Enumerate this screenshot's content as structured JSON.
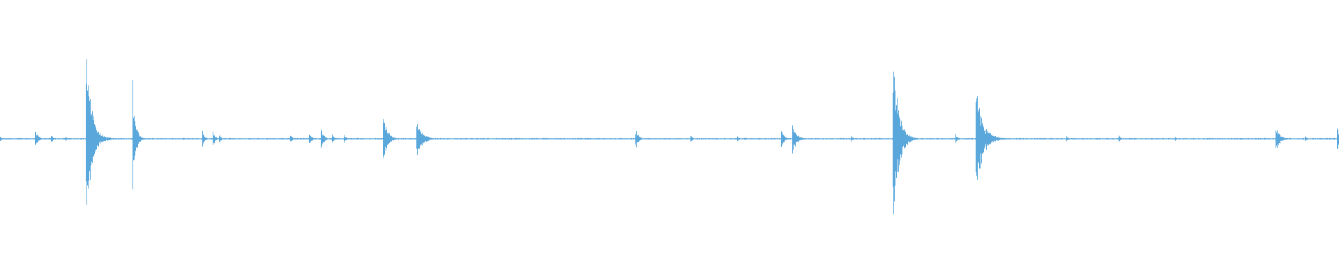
{
  "colors": {
    "background": "#ffffff",
    "waveform": "#5aa7dc"
  },
  "waveform": {
    "baseline_amplitude": 0.006,
    "events": [
      {
        "t": 0.0,
        "amp": 0.03,
        "decay": 0.001
      },
      {
        "t": 0.026,
        "amp": 0.12,
        "decay": 0.002
      },
      {
        "t": 0.038,
        "amp": 0.05,
        "decay": 0.0015
      },
      {
        "t": 0.049,
        "amp": 0.03,
        "decay": 0.001
      },
      {
        "t": 0.064,
        "amp": 0.98,
        "decay": 0.004
      },
      {
        "t": 0.067,
        "amp": 0.25,
        "decay": 0.004
      },
      {
        "t": 0.07,
        "amp": 0.16,
        "decay": 0.005
      },
      {
        "t": 0.099,
        "amp": 0.6,
        "decay": 0.002
      },
      {
        "t": 0.151,
        "amp": 0.1,
        "decay": 0.0015
      },
      {
        "t": 0.159,
        "amp": 0.09,
        "decay": 0.0015
      },
      {
        "t": 0.164,
        "amp": 0.04,
        "decay": 0.0015
      },
      {
        "t": 0.217,
        "amp": 0.04,
        "decay": 0.0015
      },
      {
        "t": 0.231,
        "amp": 0.08,
        "decay": 0.0015
      },
      {
        "t": 0.24,
        "amp": 0.12,
        "decay": 0.002
      },
      {
        "t": 0.248,
        "amp": 0.05,
        "decay": 0.0015
      },
      {
        "t": 0.257,
        "amp": 0.05,
        "decay": 0.0015
      },
      {
        "t": 0.286,
        "amp": 0.28,
        "decay": 0.003
      },
      {
        "t": 0.311,
        "amp": 0.22,
        "decay": 0.004
      },
      {
        "t": 0.475,
        "amp": 0.1,
        "decay": 0.002
      },
      {
        "t": 0.516,
        "amp": 0.04,
        "decay": 0.0015
      },
      {
        "t": 0.551,
        "amp": 0.03,
        "decay": 0.0015
      },
      {
        "t": 0.584,
        "amp": 0.09,
        "decay": 0.002
      },
      {
        "t": 0.592,
        "amp": 0.17,
        "decay": 0.003
      },
      {
        "t": 0.636,
        "amp": 0.03,
        "decay": 0.0015
      },
      {
        "t": 0.667,
        "amp": 1.0,
        "decay": 0.004
      },
      {
        "t": 0.714,
        "amp": 0.05,
        "decay": 0.0015
      },
      {
        "t": 0.729,
        "amp": 0.58,
        "decay": 0.005
      },
      {
        "t": 0.733,
        "amp": 0.22,
        "decay": 0.004
      },
      {
        "t": 0.797,
        "amp": 0.03,
        "decay": 0.0015
      },
      {
        "t": 0.836,
        "amp": 0.04,
        "decay": 0.0015
      },
      {
        "t": 0.878,
        "amp": 0.02,
        "decay": 0.0015
      },
      {
        "t": 0.953,
        "amp": 0.15,
        "decay": 0.003
      },
      {
        "t": 0.975,
        "amp": 0.04,
        "decay": 0.0015
      },
      {
        "t": 0.999,
        "amp": 0.2,
        "decay": 0.001
      }
    ]
  }
}
